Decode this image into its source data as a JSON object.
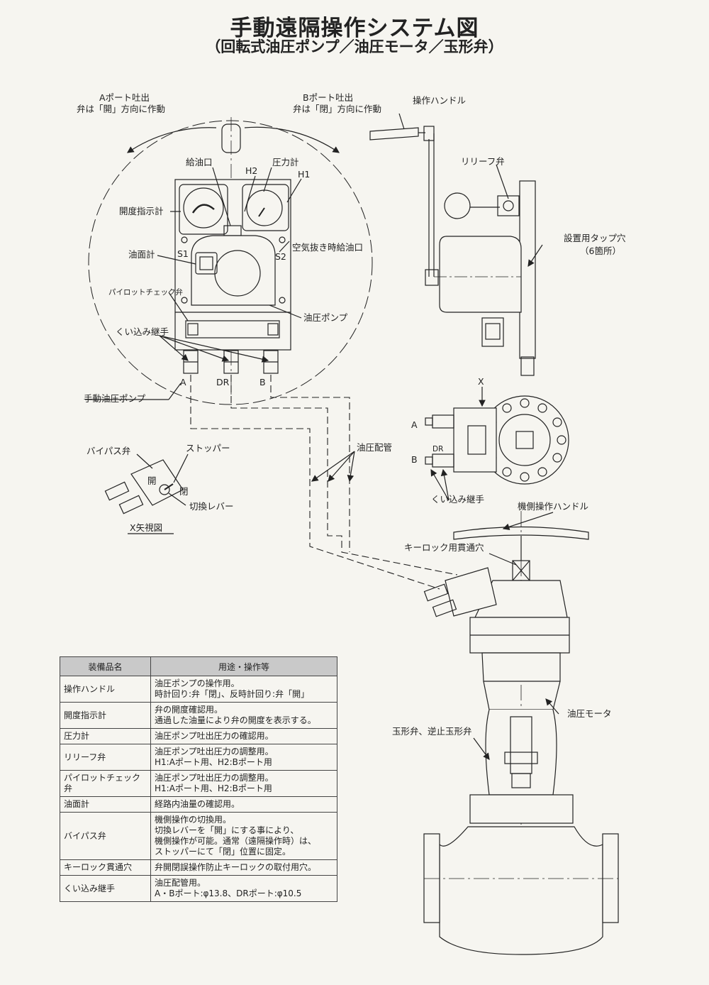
{
  "title": "手動遠隔操作システム図",
  "subtitle": "（回転式油圧ポンプ／油圧モータ／玉形弁）",
  "labels": {
    "a_port_1": "Aポート吐出",
    "a_port_2": "弁は「開」方向に作動",
    "b_port_1": "Bポート吐出",
    "b_port_2": "弁は「閉」方向に作動",
    "oil_inlet": "給油口",
    "h2": "H2",
    "pressure_gauge": "圧力計",
    "h1": "H1",
    "opening_indicator": "開度指示計",
    "oil_level_gauge": "油面計",
    "s1": "S1",
    "s2": "S2",
    "air_vent": "空気抜き時給油口",
    "pilot_check": "パイロットチェック弁",
    "hydraulic_pump": "油圧ポンプ",
    "bite_fitting": "くい込み継手",
    "port_a": "A",
    "port_dr": "DR",
    "port_b": "B",
    "manual_pump": "手動油圧ポンプ",
    "op_handle": "操作ハンドル",
    "relief_valve": "リリーフ弁",
    "tap_hole_1": "設置用タップ穴",
    "tap_hole_2": "（6箇所）",
    "x_mark": "X",
    "side_a": "A",
    "side_dr": "DR",
    "side_b": "B",
    "bite_fitting_2": "くい込み継手",
    "bypass_valve": "バイパス弁",
    "stopper": "ストッパー",
    "open": "開",
    "close": "閉",
    "switch_lever": "切換レバー",
    "x_view": "X矢視図",
    "oil_piping": "油圧配管",
    "machine_handle": "機側操作ハンドル",
    "key_lock": "キーロック用貫通穴",
    "hydraulic_motor": "油圧モータ",
    "globe_valve": "玉形弁、逆止玉形弁"
  },
  "table": {
    "headers": [
      "装備品名",
      "用途・操作等"
    ],
    "rows": [
      {
        "name": "操作ハンドル",
        "desc": [
          "油圧ポンプの操作用。",
          "時計回り:弁「閉」、反時計回り:弁「開」"
        ]
      },
      {
        "name": "開度指示計",
        "desc": [
          "弁の開度確認用。",
          "通過した油量により弁の開度を表示する。"
        ]
      },
      {
        "name": "圧力計",
        "desc": [
          "油圧ポンプ吐出圧力の確認用。"
        ]
      },
      {
        "name": "リリーフ弁",
        "desc": [
          "油圧ポンプ吐出圧力の調整用。",
          "H1:Aポート用、H2:Bポート用"
        ]
      },
      {
        "name": "パイロットチェック弁",
        "desc": [
          "油圧ポンプ吐出圧力の調整用。",
          "H1:Aポート用、H2:Bポート用"
        ]
      },
      {
        "name": "油面計",
        "desc": [
          "経路内油量の確認用。"
        ]
      },
      {
        "name": "バイパス弁",
        "desc": [
          "機側操作の切換用。",
          "切換レバーを「開」にする事により、",
          "機側操作が可能。通常（遠隔操作時）は、",
          "ストッパーにて「閉」位置に固定。"
        ]
      },
      {
        "name": "キーロック貫通穴",
        "desc": [
          "弁開閉誤操作防止キーロックの取付用穴。"
        ]
      },
      {
        "name": "くい込み継手",
        "desc": [
          "油圧配管用。",
          "A・Bポート:φ13.8、DRポート:φ10.5"
        ]
      }
    ]
  }
}
